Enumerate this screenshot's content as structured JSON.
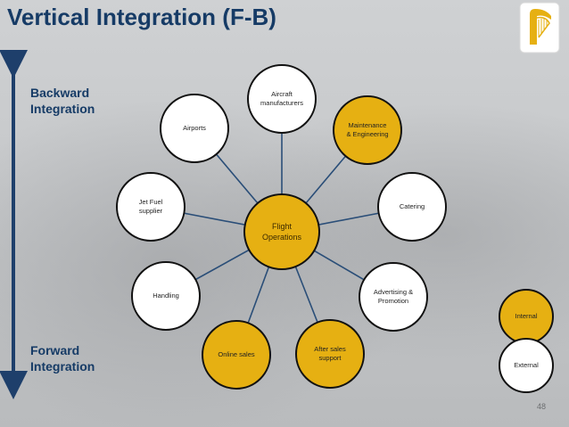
{
  "title": "Vertical Integration (F-B)",
  "side_labels": {
    "backward": [
      "Backward",
      "Integration"
    ],
    "forward": [
      "Forward",
      "Integration"
    ]
  },
  "center": {
    "label": [
      "Flight",
      "Operations"
    ]
  },
  "nodes": [
    {
      "name": "aircraft-manufacturers-node",
      "lines": [
        "Aircraft",
        "manufacturers"
      ],
      "type": "external"
    },
    {
      "name": "maintenance-engineering-node",
      "lines": [
        "Maintenance",
        "& Engineering"
      ],
      "type": "internal"
    },
    {
      "name": "catering-node",
      "lines": [
        "Catering"
      ],
      "type": "external"
    },
    {
      "name": "advertising-promotion-node",
      "lines": [
        "Advertising &",
        "Promotion"
      ],
      "type": "external"
    },
    {
      "name": "after-sales-support-node",
      "lines": [
        "After sales",
        "support"
      ],
      "type": "internal"
    },
    {
      "name": "online-sales-node",
      "lines": [
        "Online sales"
      ],
      "type": "internal"
    },
    {
      "name": "handling-node",
      "lines": [
        "Handling"
      ],
      "type": "external"
    },
    {
      "name": "jet-fuel-supplier-node",
      "lines": [
        "Jet Fuel",
        "supplier"
      ],
      "type": "external"
    },
    {
      "name": "airports-node",
      "lines": [
        "Airports"
      ],
      "type": "external"
    }
  ],
  "legend": {
    "internal": "Internal",
    "external": "External"
  },
  "colors": {
    "internal": "#e6b012",
    "external": "#ffffff",
    "title": "#163b66",
    "arrow": "#1e3f6b",
    "line": "#2a4e78"
  },
  "page_number": "48"
}
